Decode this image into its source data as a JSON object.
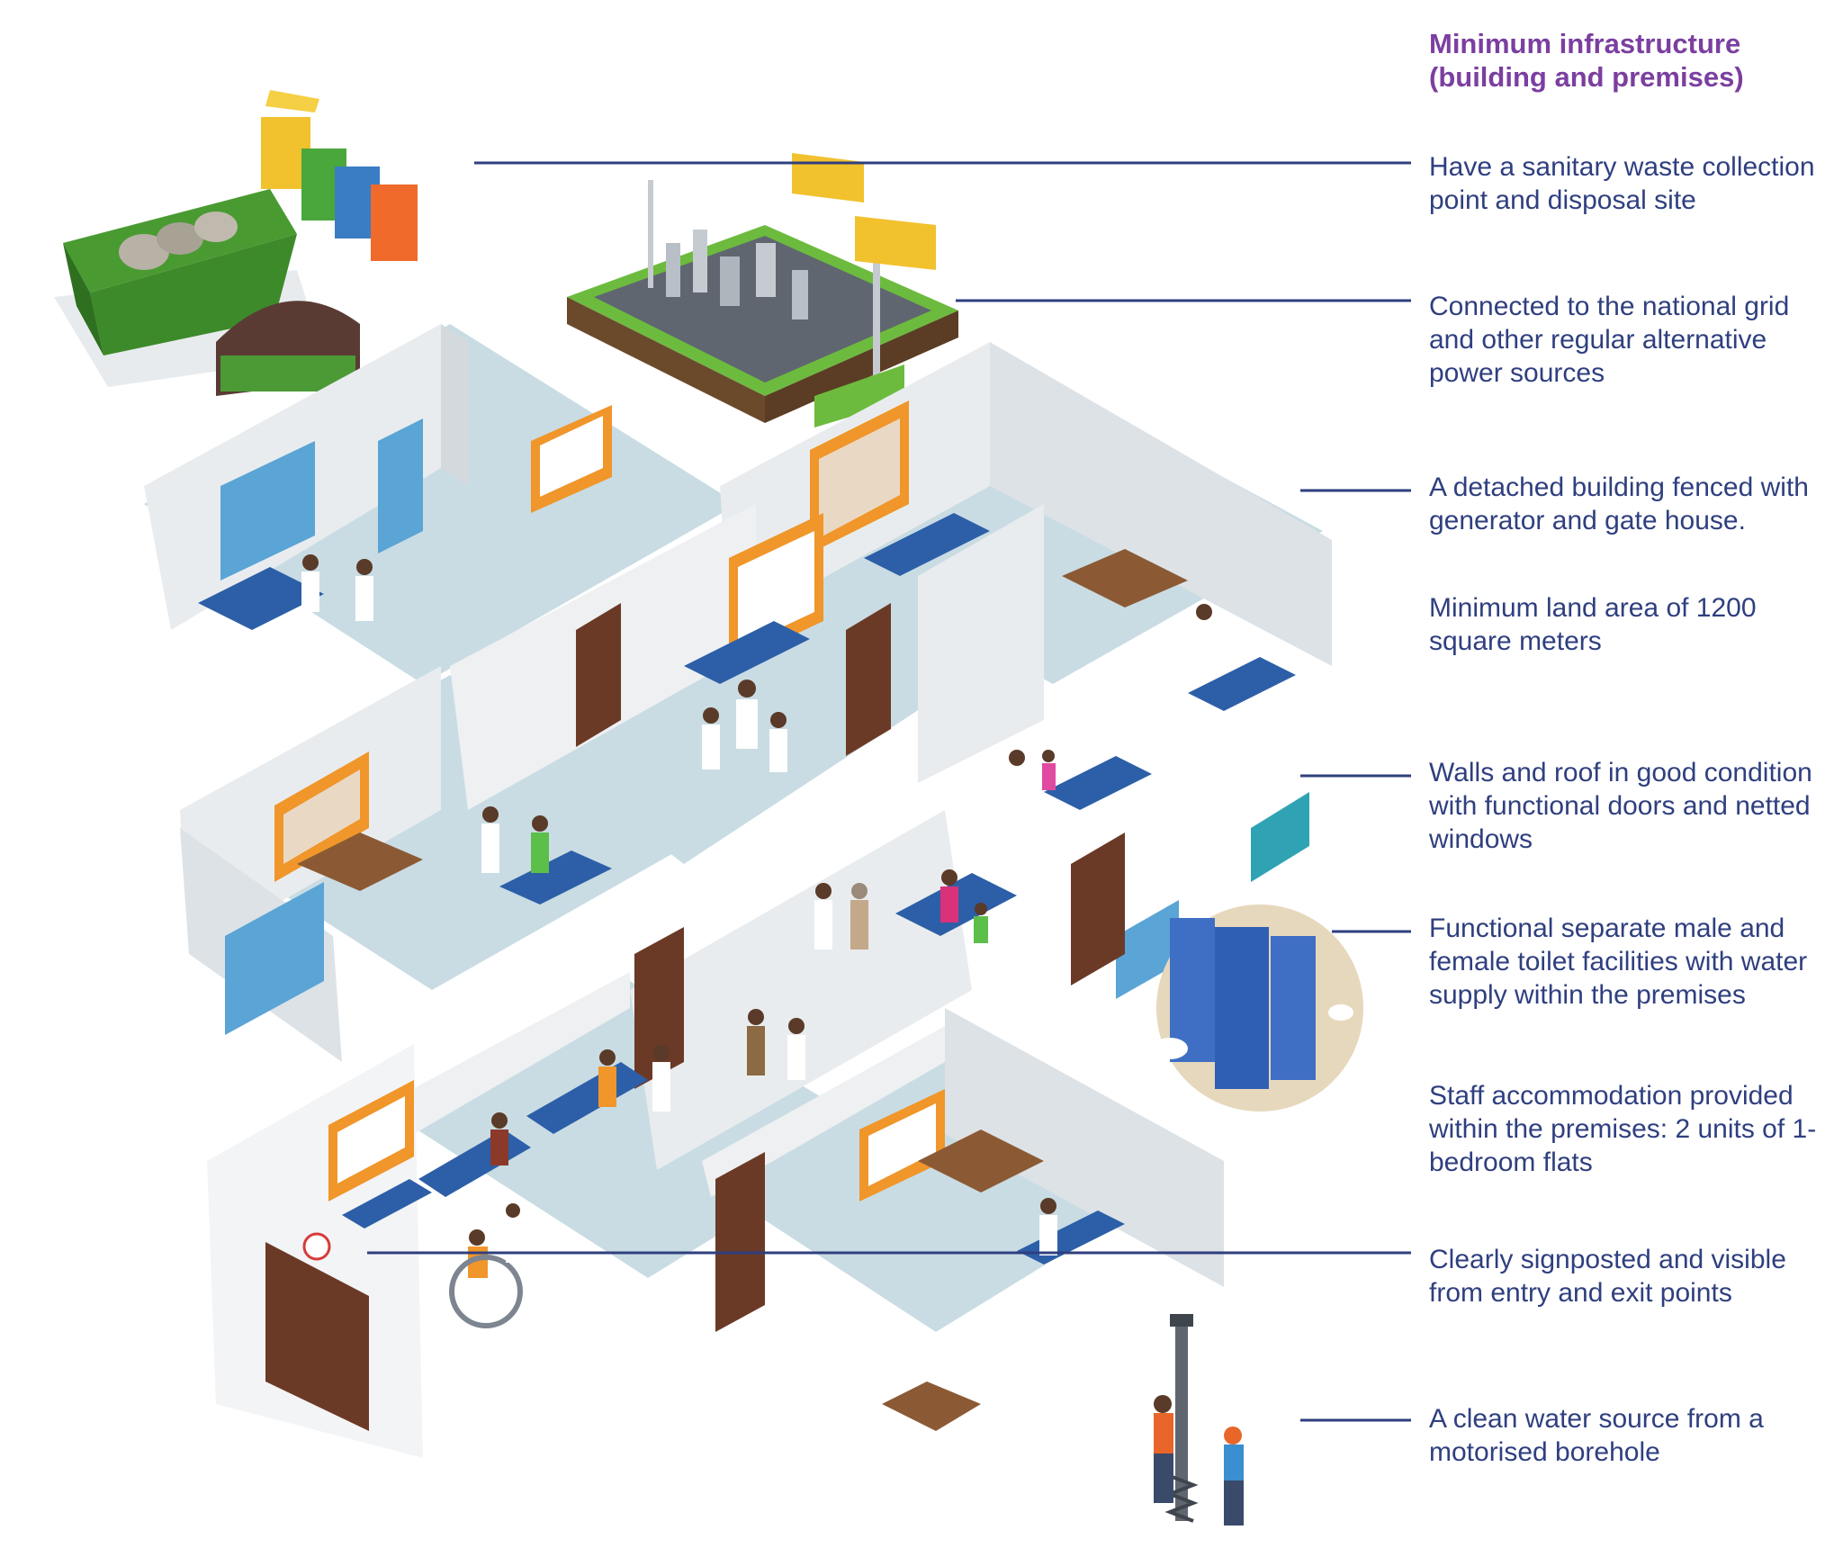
{
  "title": {
    "line1": "Minimum infrastructure",
    "line2": "(building and premises)"
  },
  "requirements": [
    "Have a sanitary waste collection point and disposal site",
    "Connected to the national grid and other regular alternative power sources",
    "A detached building fenced with generator and gate house.",
    "Minimum land area of 1200 square meters",
    "Walls and roof in good condition with functional doors and netted windows",
    "Functional separate male and female toilet facilities with water supply within the premises",
    "Staff accommodation provided within the premises: 2 units of 1-bedroom flats",
    "Clearly signposted and visible from entry and exit points",
    "A clean water source from a motorised borehole"
  ],
  "colors": {
    "title": "#7b3fa0",
    "text": "#2f3f7f",
    "leader_line": "#2f3f7f",
    "wall": "#e9ecee",
    "floor": "#c9dce3",
    "bed": "#2c5fa8",
    "door": "#6b3a26",
    "frame": "#f0962a",
    "grass": "#6dbb3e"
  }
}
